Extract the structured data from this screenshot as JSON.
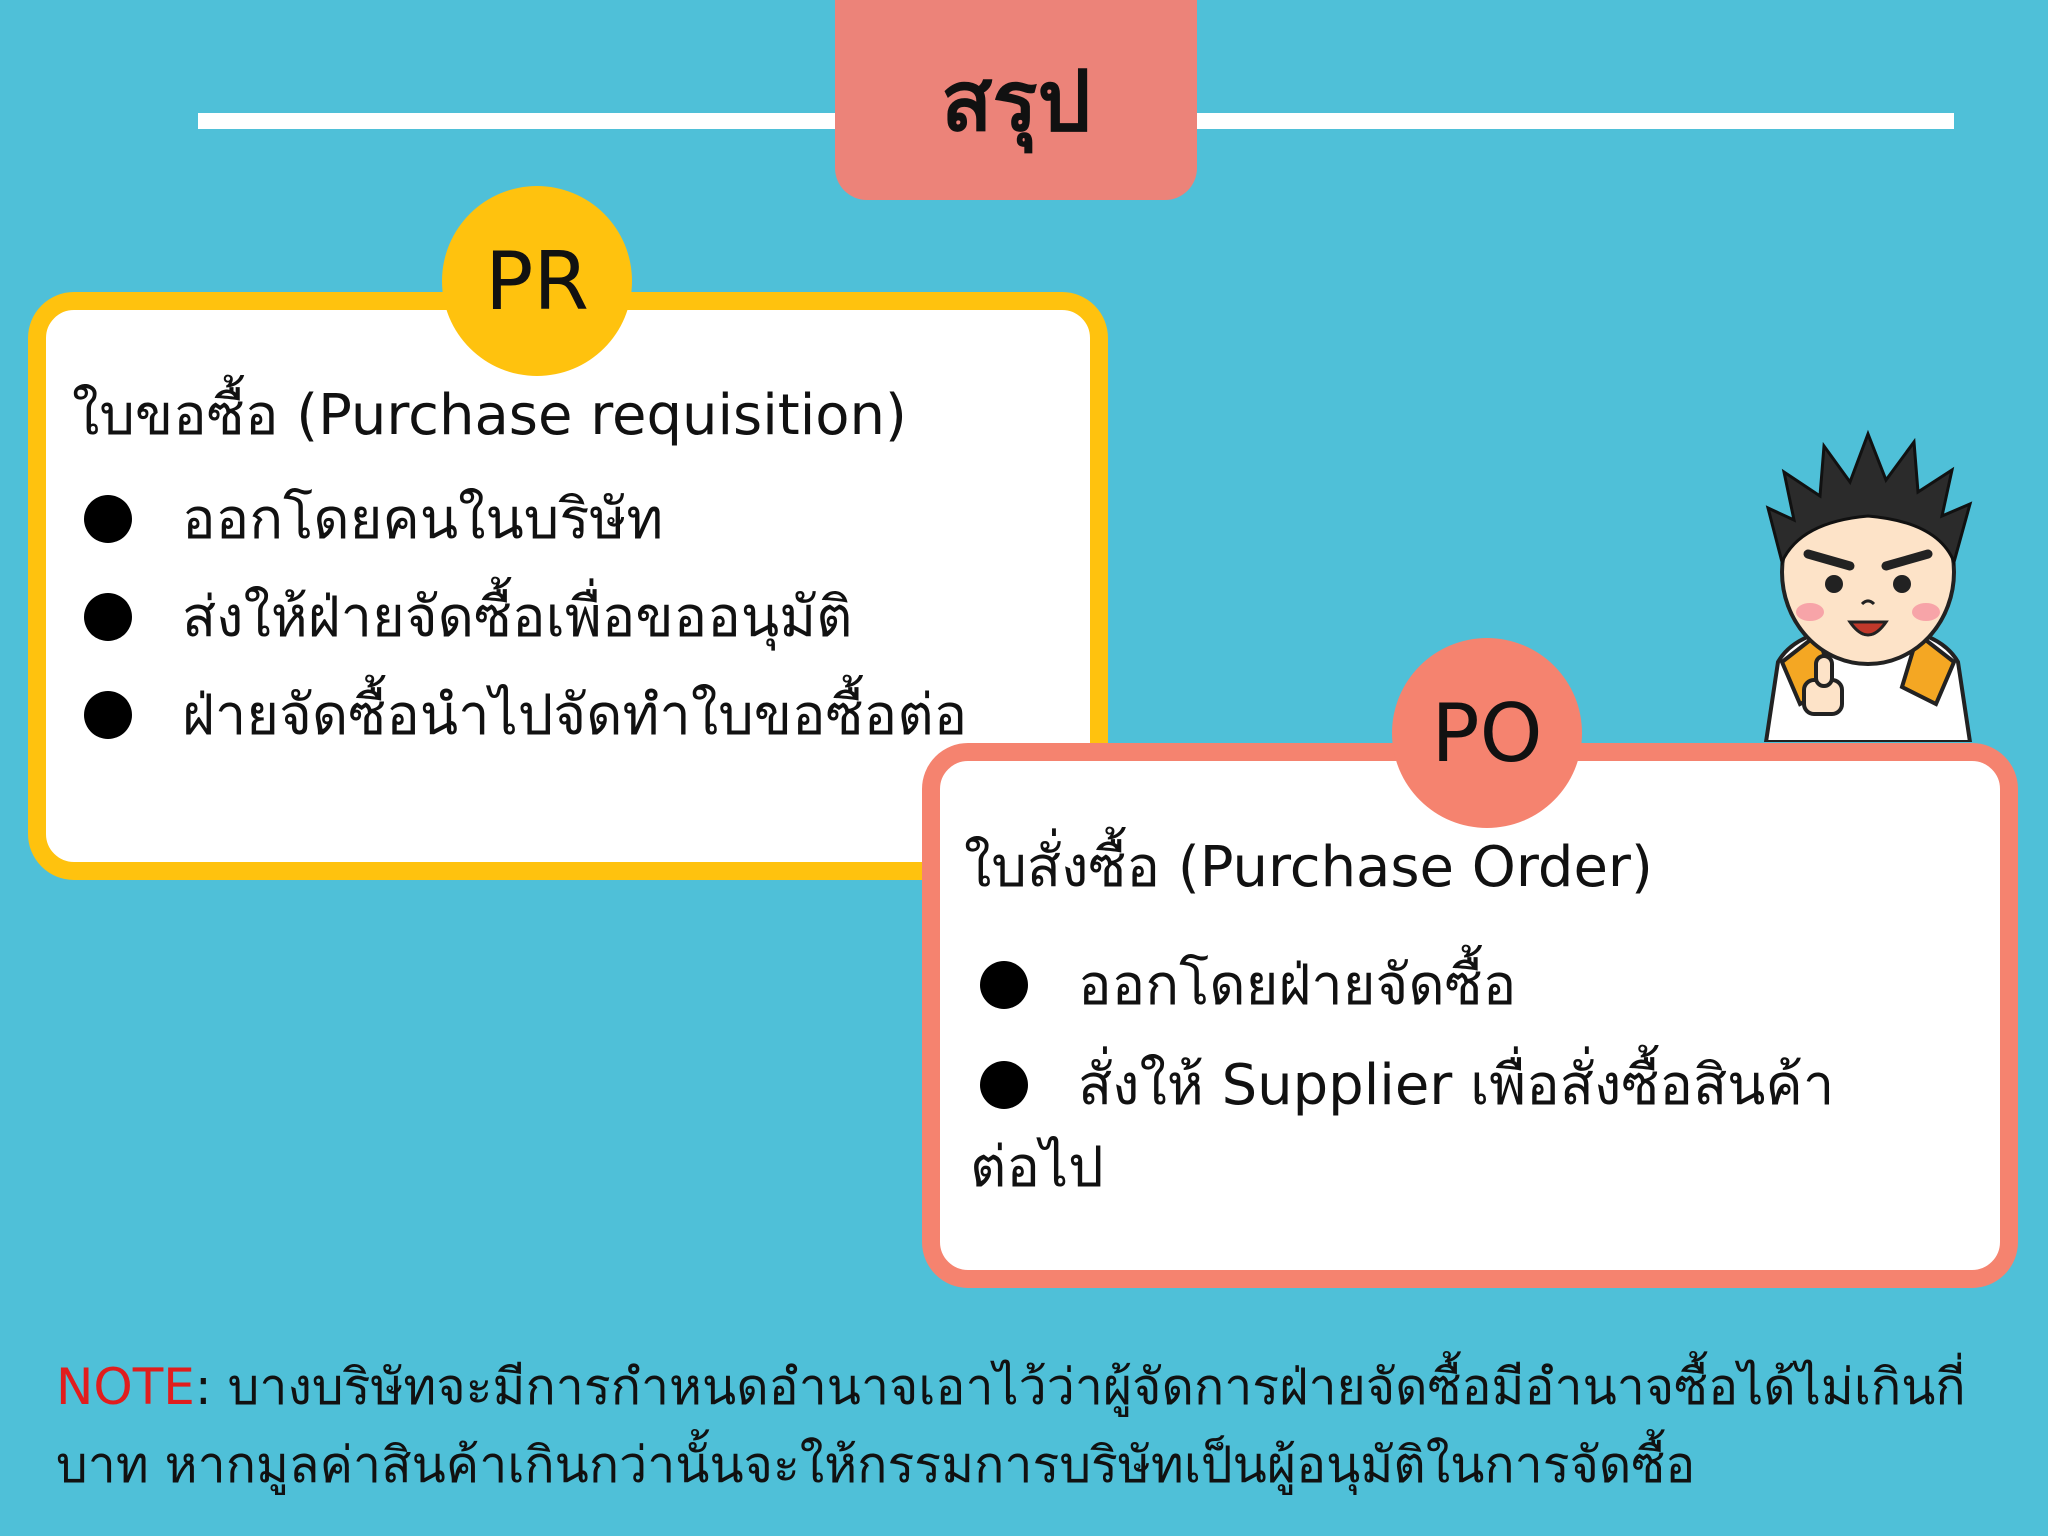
{
  "title": "สรุป",
  "pr": {
    "badge": "PR",
    "heading": "ใบขอซื้อ (Purchase requisition)",
    "bullets": [
      "ออกโดยคนในบริษัท",
      "ส่งให้ฝ่ายจัดซื้อเพื่อขออนุมัติ",
      "ฝ่ายจัดซื้อนำไปจัดทำใบขอซื้อต่อ"
    ]
  },
  "po": {
    "badge": "PO",
    "heading": "ใบสั่งซื้อ (Purchase Order)",
    "bullets": [
      "ออกโดยฝ่ายจัดซื้อ",
      "สั่งให้ Supplier เพื่อสั่งซื้อสินค้า"
    ],
    "bullet_continuation": "ต่อไป"
  },
  "note": {
    "label": "NOTE",
    "text": ": บางบริษัทจะมีการกำหนดอำนาจเอาไว้ว่าผู้จัดการฝ่ายจัดซื้อมีอำนาจซื้อได้ไม่เกินกี่บาท หากมูลค่าสินค้าเกินกว่านั้นจะให้กรรมการบริษัทเป็นผู้อนุมัติในการจัดซื้อ"
  },
  "colors": {
    "background": "#4fc0d8",
    "title_tab": "#ec8379",
    "pr_accent": "#ffc20e",
    "po_accent": "#f5836f",
    "note_label": "#e11d1d"
  }
}
